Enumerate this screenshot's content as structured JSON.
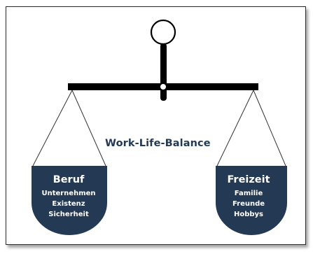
{
  "title": "Work-Life-Balance",
  "left_pan": {
    "heading": "Beruf",
    "items": [
      "Unternehmen",
      "Existenz",
      "Sicherheit"
    ]
  },
  "right_pan": {
    "heading": "Freizeit",
    "items": [
      "Familie",
      "Freunde",
      "Hobbys"
    ]
  },
  "colors": {
    "pan_fill": "#243a54",
    "title_text": "#243a54",
    "beam": "#000000",
    "frame_border": "#2a2a2a"
  },
  "icons": [
    "scale-ring-icon",
    "scale-beam",
    "scale-pivot"
  ]
}
